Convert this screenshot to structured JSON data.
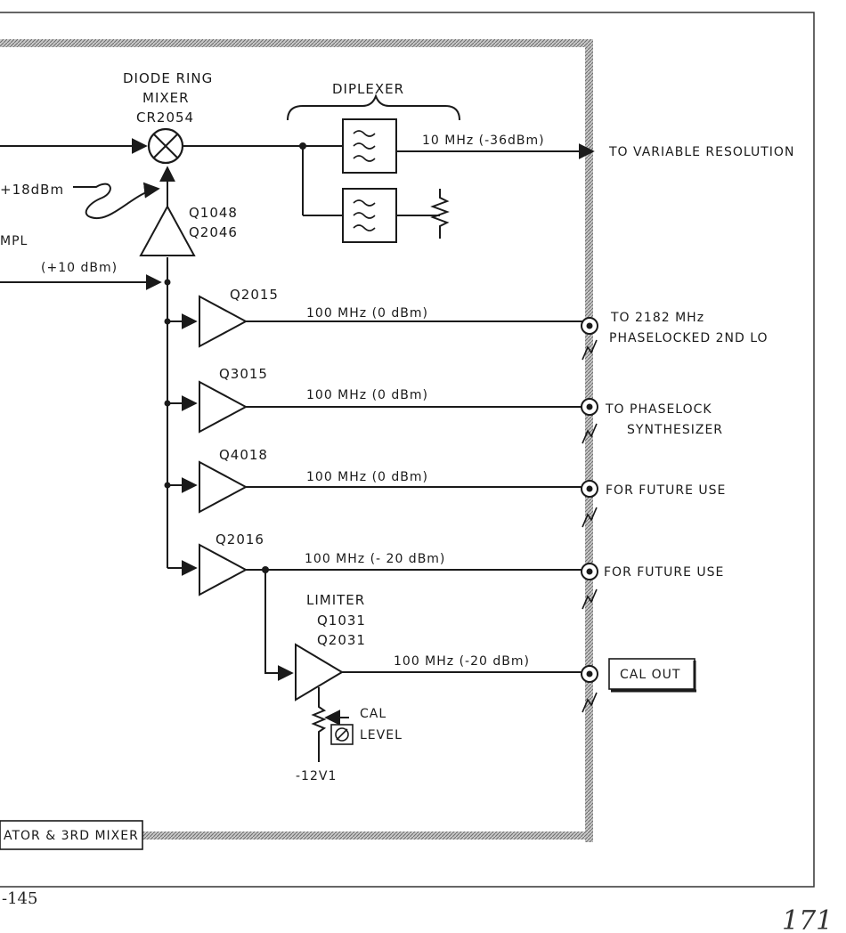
{
  "mixer": {
    "title_line1": "DIODE RING",
    "title_line2": "MIXER",
    "ref": "CR2054"
  },
  "diplexer": {
    "label": "DIPLEXER"
  },
  "lo_drive": {
    "level": "+18dBm"
  },
  "input": {
    "label_fragment": "MPL",
    "level": "(+10 dBm)"
  },
  "if_output": {
    "signal": "10 MHz (-36dBm)",
    "dest": "TO VARIABLE RESOLUTION"
  },
  "lo_amp": {
    "ref1": "Q1048",
    "ref2": "Q2046"
  },
  "amps": [
    {
      "ref": "Q2015",
      "signal": "100 MHz (0 dBm)",
      "dest1": "TO 2182 MHz",
      "dest2": "PHASELOCKED 2ND LO"
    },
    {
      "ref": "Q3015",
      "signal": "100 MHz (0 dBm)",
      "dest1": "TO PHASELOCK",
      "dest2": "SYNTHESIZER"
    },
    {
      "ref": "Q4018",
      "signal": "100 MHz (0 dBm)",
      "dest1": "FOR FUTURE USE"
    },
    {
      "ref": "Q2016",
      "signal": "100 MHz (- 20 dBm)",
      "dest1": "FOR FUTURE USE"
    }
  ],
  "limiter": {
    "title": "LIMITER",
    "ref1": "Q1031",
    "ref2": "Q2031",
    "signal": "100 MHz (-20 dBm)",
    "output": "CAL OUT",
    "pot_label1": "CAL",
    "pot_label2": "LEVEL",
    "supply": "-12V1"
  },
  "assembly": {
    "label": "ATOR & 3RD MIXER"
  },
  "page": {
    "fig_ref": "-145",
    "page_number": "171"
  }
}
